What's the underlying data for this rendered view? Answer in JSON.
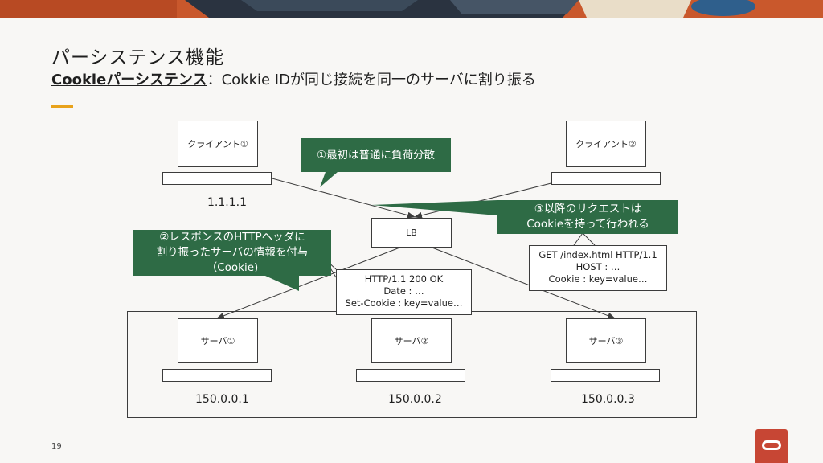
{
  "header": {
    "title": "パーシステンス機能",
    "subtitle_bold": "Cookieパーシステンス",
    "subtitle_rest": "：Cokkie IDが同じ接続を同一のサーバに割り振る"
  },
  "clients": [
    {
      "label": "クライアント①",
      "ip": "1.1.1.1"
    },
    {
      "label": "クライアント②"
    }
  ],
  "lb": {
    "label": "LB"
  },
  "servers": [
    {
      "label": "サーバ①",
      "ip": "150.0.0.1"
    },
    {
      "label": "サーバ②",
      "ip": "150.0.0.2"
    },
    {
      "label": "サーバ③",
      "ip": "150.0.0.3"
    }
  ],
  "response_note": [
    "HTTP/1.1 200 OK",
    "Date : …",
    "Set-Cookie : key=value…"
  ],
  "request_note": [
    "GET /index.html HTTP/1.1",
    "HOST : …",
    "Cookie : key=value…"
  ],
  "callouts": {
    "one": [
      "①最初は普通に負荷分散"
    ],
    "two": [
      "②レスポンスのHTTPヘッダに",
      "割り振ったサーバの情報を付与",
      "（Cookie)"
    ],
    "three": [
      "③以降のリクエストは",
      "Cookieを持って行われる"
    ]
  },
  "footer": {
    "page": "19"
  },
  "colors": {
    "callout": "#2e6b45",
    "accent": "#e8a21b",
    "logo": "#c74634"
  }
}
